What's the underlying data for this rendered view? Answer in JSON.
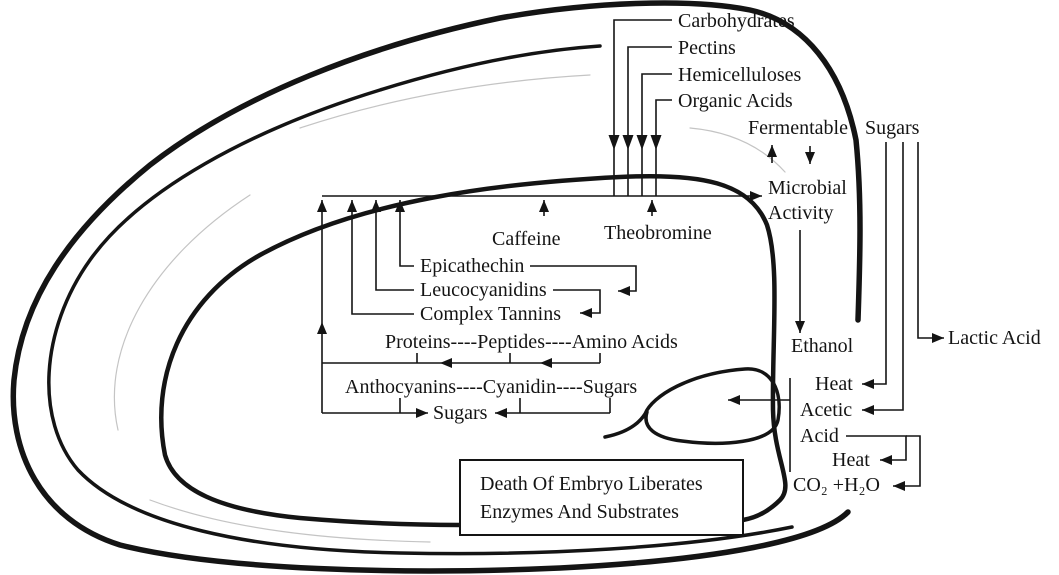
{
  "colors": {
    "ink": "#141414",
    "paper": "#ffffff",
    "texture": "#c4c4c4"
  },
  "substrates": {
    "carbohydrates": "Carbohydrates",
    "pectins": "Pectins",
    "hemicelluloses": "Hemicelluloses",
    "organic_acids": "Organic Acids"
  },
  "fermentation": {
    "fermentable": "Fermentable",
    "sugars": "Sugars",
    "microbial": "Microbial",
    "activity": "Activity",
    "ethanol": "Ethanol",
    "lactic_acid": "Lactic Acid",
    "heat_upper": "Heat",
    "acetic": "Acetic",
    "acid": "Acid",
    "heat_lower": "Heat",
    "co2_h2o": "CO₂ +H₂O"
  },
  "cotyledon": {
    "caffeine": "Caffeine",
    "theobromine": "Theobromine",
    "epicathechin": "Epicathechin",
    "leucocyanidins": "Leucocyanidins",
    "complex_tannins": "Complex Tannins",
    "proteins_chain": "Proteins----Peptides----Amino Acids",
    "anthocyanins_chain": "Anthocyanins----Cyanidin----Sugars",
    "sugars": "Sugars"
  },
  "embryo_box": {
    "line_1": "Death Of Embryo Liberates",
    "line_2": "Enzymes And Substrates"
  }
}
